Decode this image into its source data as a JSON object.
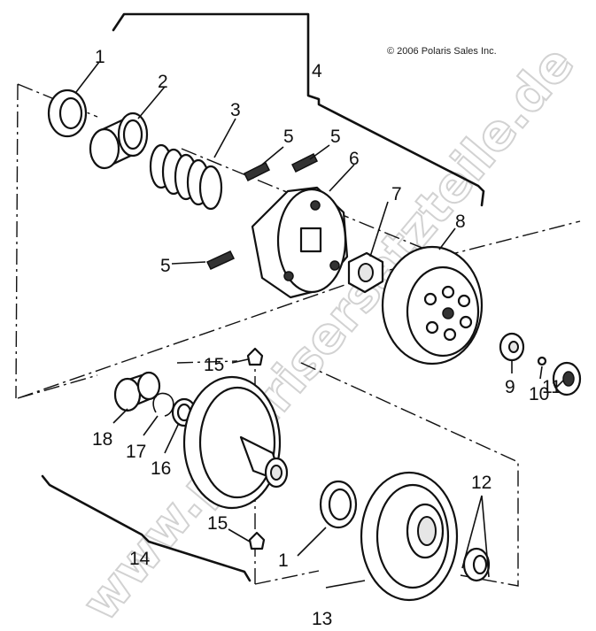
{
  "copyright": "© 2006 Polaris Sales Inc.",
  "watermark": "www.polarisersatzteile.de",
  "callouts": {
    "c1a": "1",
    "c2": "2",
    "c3": "3",
    "c4": "4",
    "c5a": "5",
    "c5b": "5",
    "c5c": "5",
    "c6": "6",
    "c7": "7",
    "c8": "8",
    "c9": "9",
    "c10": "10",
    "c11": "11",
    "c12": "12",
    "c13": "13",
    "c14": "14",
    "c15a": "15",
    "c15b": "15",
    "c16": "16",
    "c17": "17",
    "c18": "18",
    "c1b": "1"
  }
}
